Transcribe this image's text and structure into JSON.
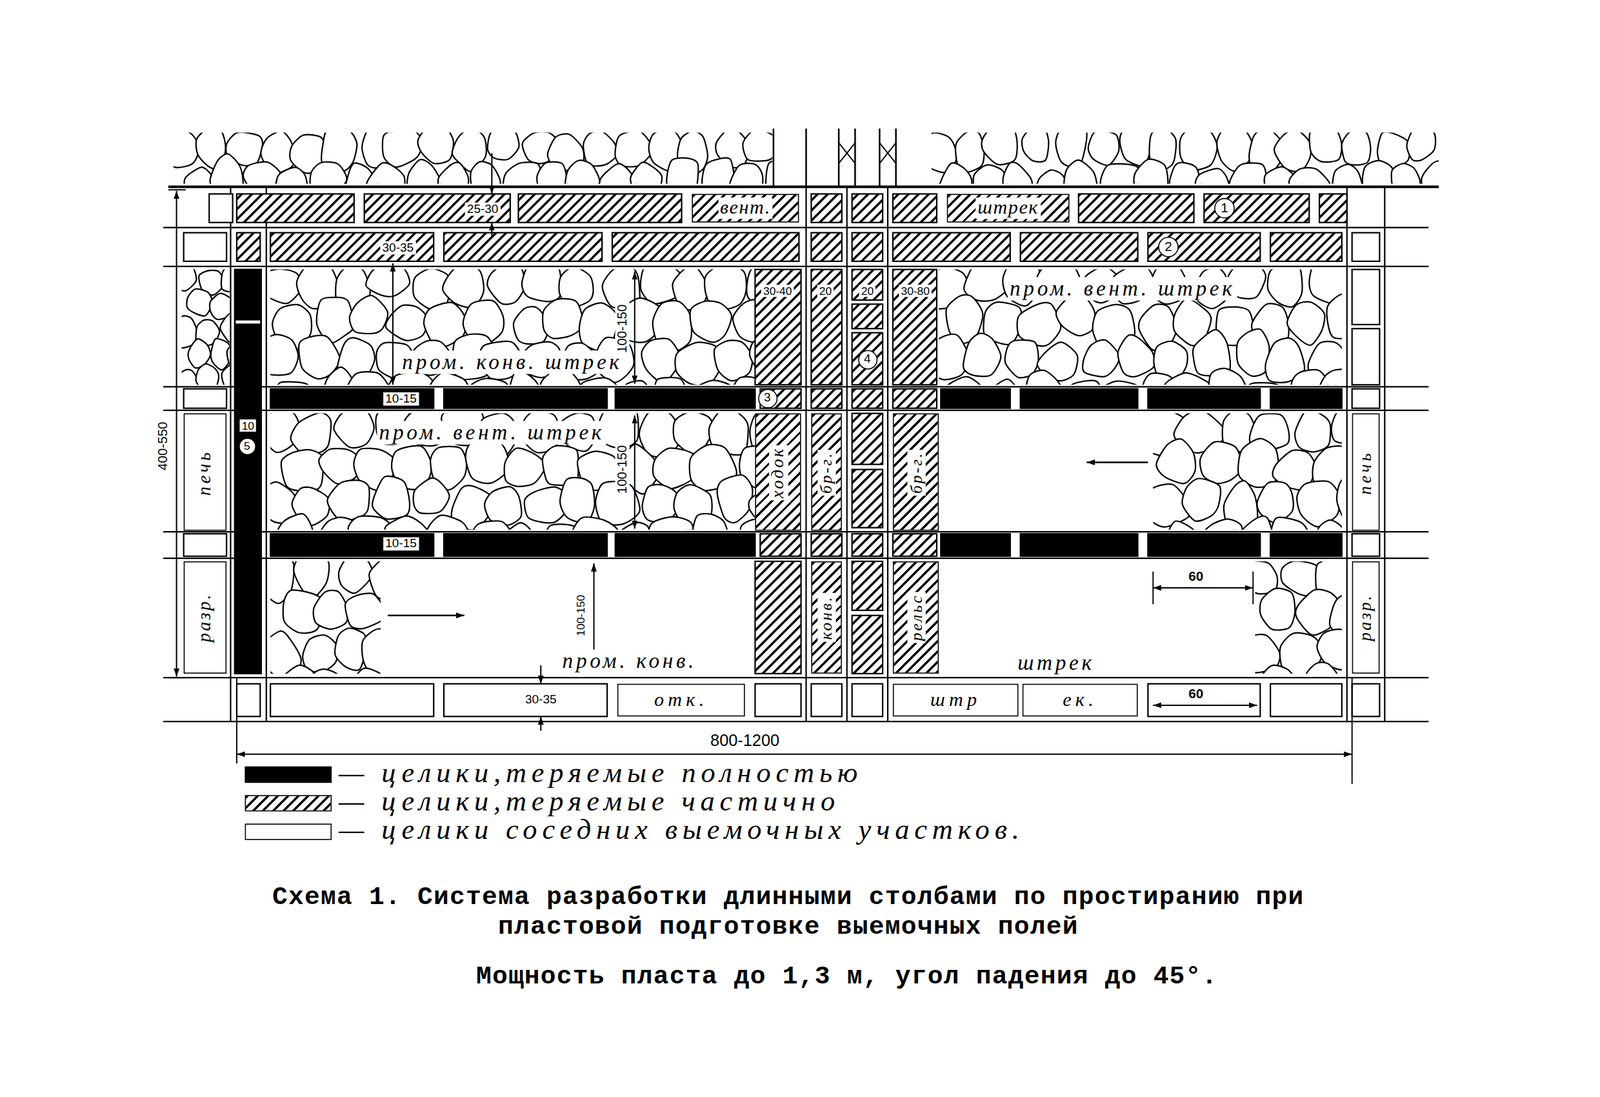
{
  "diagram": {
    "caption": "Схема 1. Система разработки длинными столбами по простиранию при пластовой подготовке выемочных полей",
    "nodes": [
      {
        "text": [
          "вент."
        ]
      },
      {
        "text": [
          "штрек"
        ]
      },
      {
        "text": [
          "1"
        ]
      },
      {
        "text": [
          "2"
        ]
      },
      {
        "text": [
          "4"
        ]
      },
      {
        "text": [
          "3"
        ]
      },
      {
        "text": [
          "печь"
        ]
      },
      {
        "text": [
          "5"
        ]
      },
      {
        "text": [
          "ходок"
        ]
      },
      {
        "text": [
          "бр-г."
        ]
      },
      {
        "text": [
          "бр-г."
        ]
      },
      {
        "text": [
          "печь"
        ]
      },
      {
        "text": [
          "разр."
        ]
      },
      {
        "text": [
          "конв."
        ]
      },
      {
        "text": [
          "рельс"
        ]
      },
      {
        "text": [
          "разр."
        ]
      },
      {
        "text": [
          "отк."
        ]
      },
      {
        "text": [
          "штр"
        ]
      },
      {
        "text": [
          "ек."
        ]
      }
    ],
    "labels": [
      "25-30",
      "30-35",
      "30-40",
      "20",
      "20",
      "30-80",
      "100-150",
      "пром. конв. штрек",
      "10-15",
      "пром. вент. штрек",
      "пром. вент. штрек",
      "100-150",
      "10",
      "10-15",
      "100-150",
      "60",
      "пром. конв.",
      "штрек",
      "30-35",
      "60",
      "400-550",
      "800-1200",
      "Мощность пласта до 1,3 м, угол падения до 45°."
    ],
    "legend": [
      {
        "text": "— целики,теряемые полностью",
        "color": "#000000"
      },
      {
        "text": "— целики,теряемые частично"
      },
      {
        "text": "— целики соседних выемочных участков.",
        "color": "#ffffff"
      }
    ]
  }
}
